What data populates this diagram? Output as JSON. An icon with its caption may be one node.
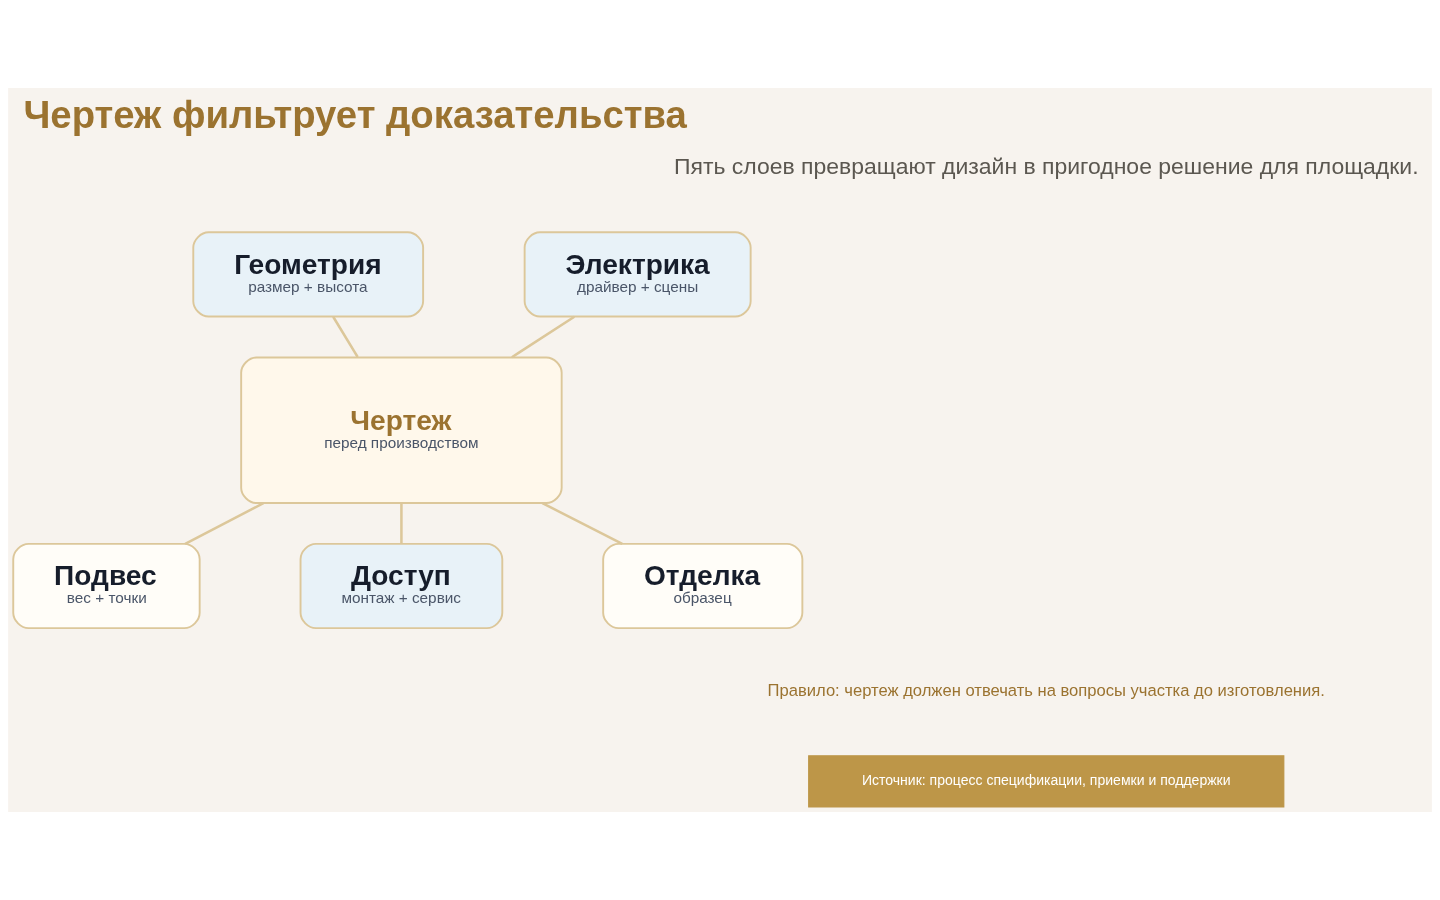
{
  "diagram": {
    "title": "Чертеж фильтрует доказательства",
    "nodes": [
      {
        "text": [
          "Геометрия",
          "размер + высота"
        ]
      },
      {
        "text": [
          "Электрика",
          "драйвер + сцены"
        ]
      },
      {
        "text": [
          "Чертеж",
          "перед производством"
        ]
      },
      {
        "text": [
          "Подвес",
          "вес + точки"
        ]
      },
      {
        "text": [
          "Доступ",
          "монтаж + сервис"
        ]
      },
      {
        "text": [
          "Отделка",
          "образец"
        ]
      }
    ],
    "edges": [
      {
        "from": 0,
        "to": 2,
        "arrow": "none"
      },
      {
        "from": 1,
        "to": 2,
        "arrow": "none"
      },
      {
        "from": 2,
        "to": 3,
        "arrow": "none"
      },
      {
        "from": 2,
        "to": 4,
        "arrow": "none"
      },
      {
        "from": 2,
        "to": 5,
        "arrow": "none"
      }
    ],
    "labels": [
      "Пять слоев превращают дизайн в пригодное решение для площадки.",
      "Правило: чертеж должен отвечать на вопросы участка до изготовления.",
      "Источник: процесс спецификации, приемки и поддержки"
    ]
  }
}
